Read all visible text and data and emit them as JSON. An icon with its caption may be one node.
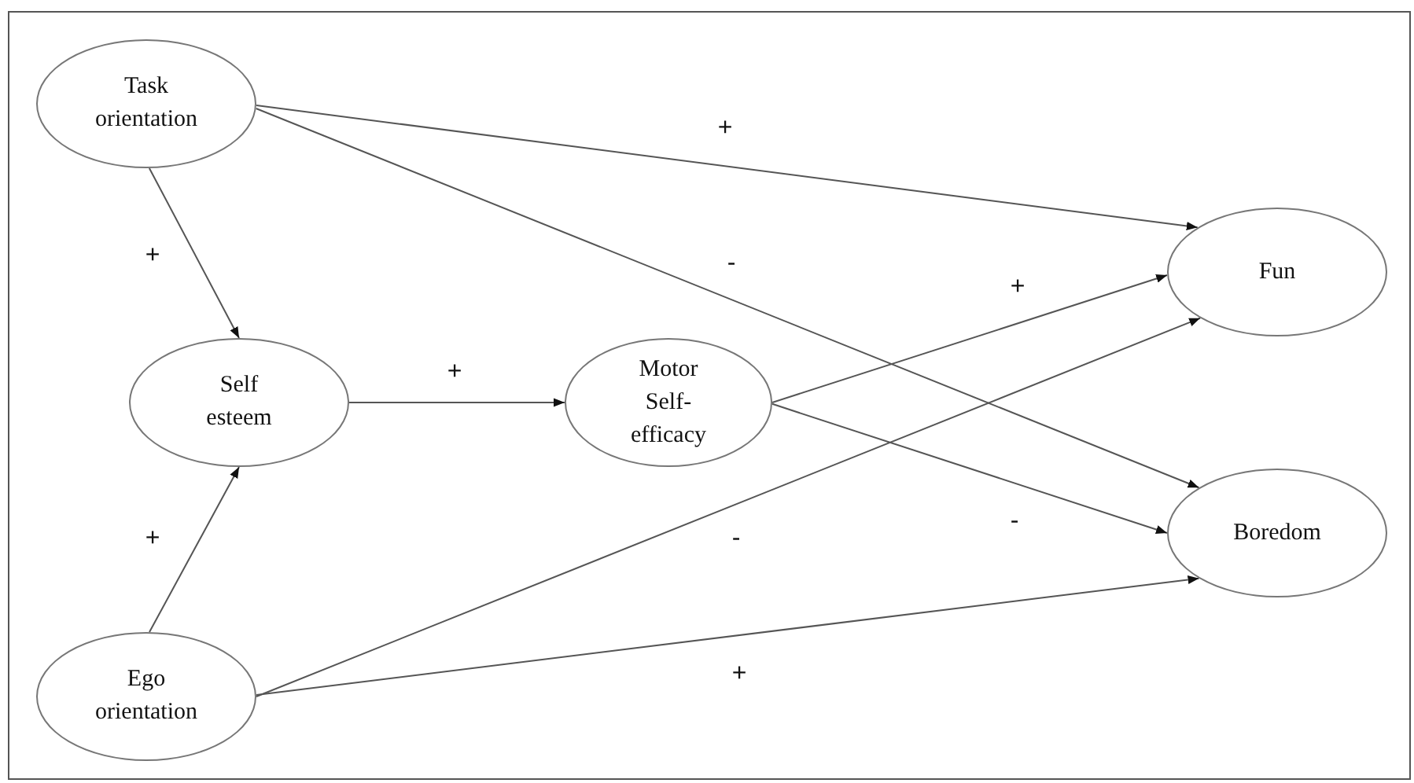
{
  "diagram": {
    "nodes": [
      {
        "text": [
          "Task orientation"
        ]
      },
      {
        "text": [
          "Self esteem"
        ]
      },
      {
        "text": [
          "Motor Self-efficacy"
        ]
      },
      {
        "text": [
          "Fun"
        ]
      },
      {
        "text": [
          "Boredom"
        ]
      },
      {
        "text": [
          "Ego orientation"
        ]
      }
    ],
    "edges": [
      {
        "from": 0,
        "to": 3,
        "arrow": "to",
        "label": "+"
      },
      {
        "from": 0,
        "to": 4,
        "arrow": "to",
        "label": "-"
      },
      {
        "from": 0,
        "to": 1,
        "arrow": "to",
        "label": "+"
      },
      {
        "from": 5,
        "to": 1,
        "arrow": "to",
        "label": "+"
      },
      {
        "from": 1,
        "to": 2,
        "arrow": "to",
        "label": "+"
      },
      {
        "from": 2,
        "to": 3,
        "arrow": "to",
        "label": "+"
      },
      {
        "from": 2,
        "to": 4,
        "arrow": "to",
        "label": "-"
      },
      {
        "from": 5,
        "to": 3,
        "arrow": "to",
        "label": "-"
      },
      {
        "from": 5,
        "to": 4,
        "arrow": "to",
        "label": "+"
      }
    ]
  }
}
